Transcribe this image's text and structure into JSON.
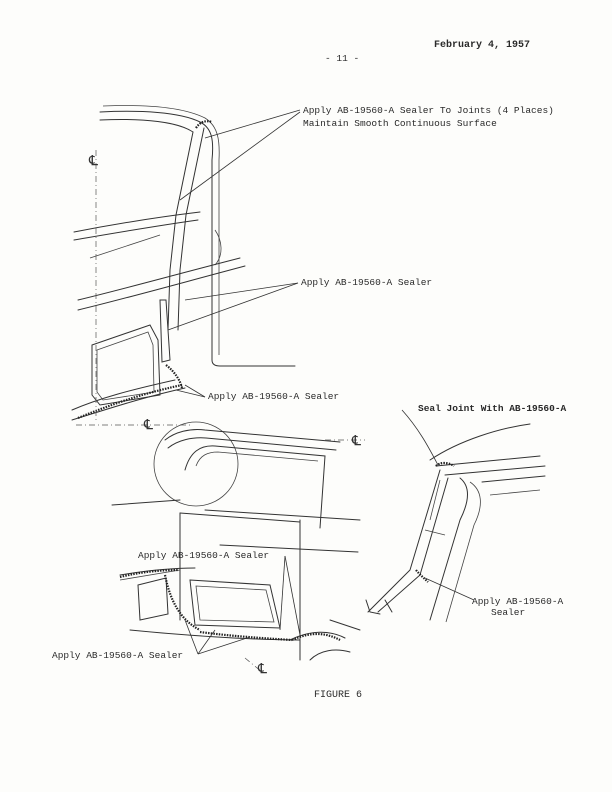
{
  "header": {
    "page_number": "- 11 -",
    "date": "February 4, 1957"
  },
  "callouts": {
    "top_joints_line1": "Apply AB-19560-A Sealer To Joints (4 Places)",
    "top_joints_line2": "Maintain Smooth Continuous Surface",
    "upper_sealer": "Apply AB-19560-A Sealer",
    "lower_sealer": "Apply AB-19560-A Sealer",
    "seal_joint": "Seal Joint With AB-19560-A",
    "right_sealer_line1": "Apply AB-19560-A",
    "right_sealer_line2": "Sealer",
    "middle_sealer": "Apply AB-19560-A Sealer",
    "bottom_left_sealer": "Apply AB-19560-A Sealer"
  },
  "centerline_symbol": "℄",
  "caption": "FIGURE 6"
}
